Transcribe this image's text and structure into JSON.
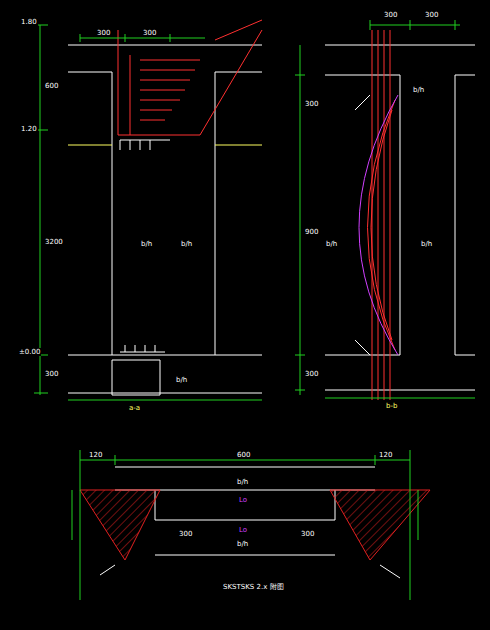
{
  "diagram": {
    "labels": [
      "1.80",
      "1.20",
      "±0.00",
      "600",
      "3200",
      "300",
      "b/h",
      "b/h",
      "a-a",
      "300",
      "300",
      "b/h",
      "300",
      "300",
      "b/h",
      "b/h",
      "b/h",
      "900",
      "300",
      "300",
      "b-b",
      "120",
      "600",
      "120",
      "b/h",
      "Lo",
      "b/h",
      "Lo",
      "300",
      "300",
      "SKSTSKS 2.x 附图"
    ]
  }
}
